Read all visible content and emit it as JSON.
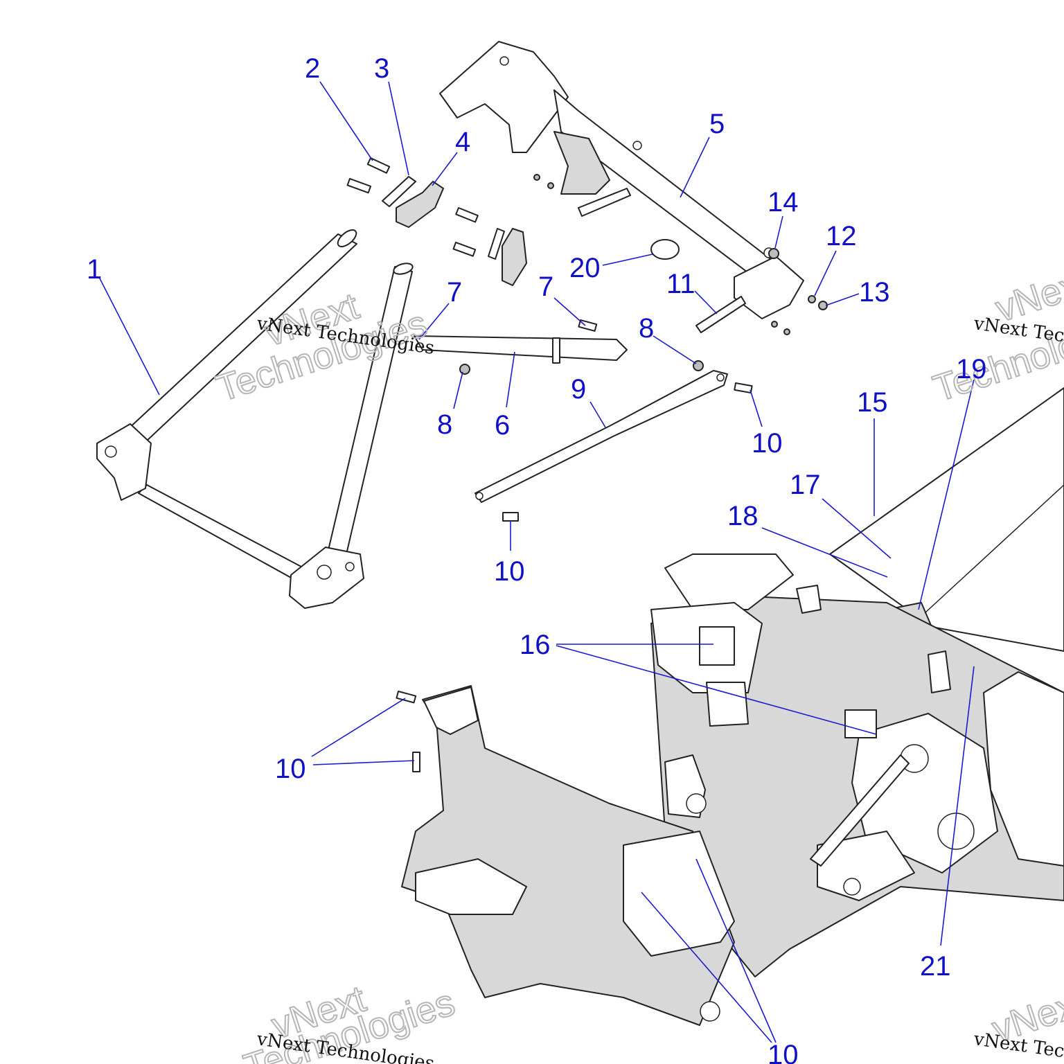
{
  "callouts": [
    "1",
    "2",
    "3",
    "4",
    "5",
    "6",
    "7",
    "7",
    "8",
    "8",
    "9",
    "10",
    "10",
    "10",
    "10",
    "11",
    "12",
    "13",
    "14",
    "15",
    "16",
    "17",
    "18",
    "19",
    "20",
    "21"
  ],
  "watermark": {
    "text": "vNext Technologies",
    "big_line1": "vNext",
    "big_line2": "Technologies"
  },
  "colors": {
    "callout": "#1010c8",
    "line_art": "#222222",
    "shade": "#d8d8d8"
  }
}
